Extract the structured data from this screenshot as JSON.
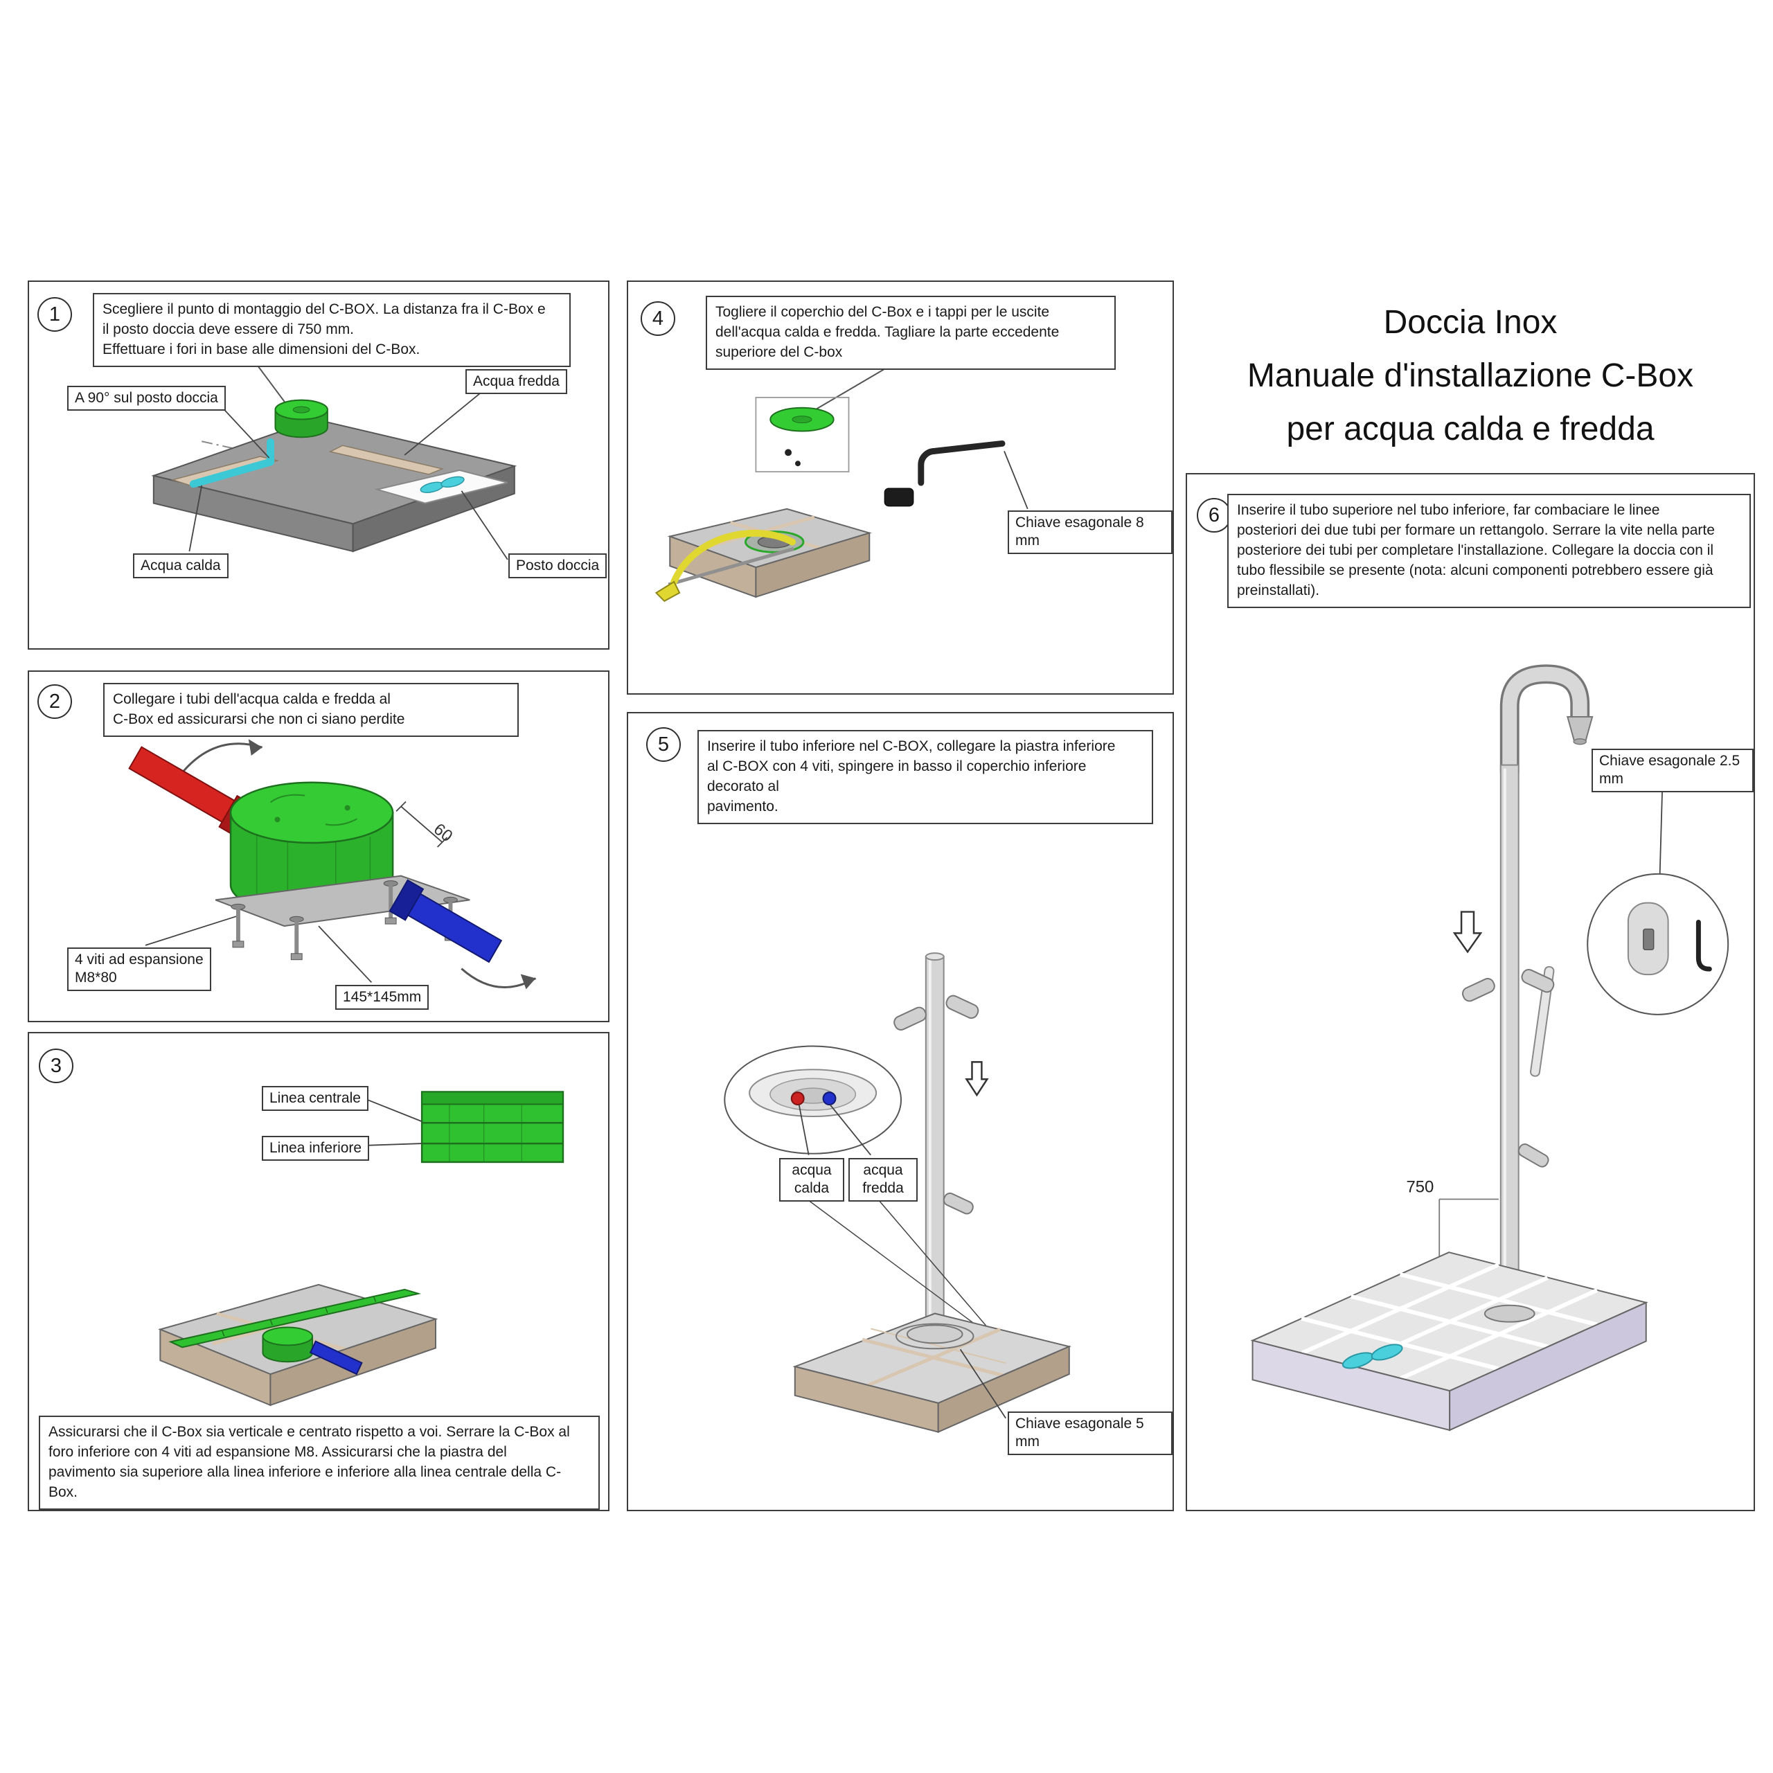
{
  "palette": {
    "cbox_green": "#2fc12f",
    "cbox_green_dark": "#1d701d",
    "hot_red": "#d62420",
    "cold_blue": "#2230cc",
    "pipe_cyan": "#3cc8d4",
    "slab_gray": "#9c9c9c",
    "tile_light": "#cbcbcb",
    "grout_tan": "#d9c6b0",
    "steel_gray": "#d5d5d5",
    "saw_yellow": "#e0d830"
  },
  "title": {
    "line1": "Doccia Inox",
    "line2": "Manuale d'installazione C-Box",
    "line3": "per acqua calda e fredda"
  },
  "step1": {
    "num": "1",
    "instruction": "Scegliere il punto di montaggio del C-BOX. La distanza fra il C-Box e\nil posto doccia deve essere di 750 mm.\nEffettuare i fori in base alle dimensioni del C-Box.",
    "label_angle": "A 90° sul posto doccia",
    "label_cold": "Acqua fredda",
    "label_hot": "Acqua calda",
    "label_shower_spot": "Posto doccia"
  },
  "step2": {
    "num": "2",
    "instruction": "Collegare i tubi dell'acqua calda e fredda al\nC-Box ed assicurarsi che non ci siano perdite",
    "label_screws": "4 viti ad espansione\nM8*80",
    "label_plate": "145*145mm",
    "dim_60": "60"
  },
  "step3": {
    "num": "3",
    "label_center_line": "Linea centrale",
    "label_lower_line": "Linea inferiore",
    "instruction": "Assicurarsi che il C-Box sia verticale e centrato rispetto a voi. Serrare la C-Box al\nforo inferiore con 4 viti ad espansione M8. Assicurarsi che la piastra del\npavimento sia superiore alla linea inferiore e inferiore alla linea centrale della C-\nBox."
  },
  "step4": {
    "num": "4",
    "instruction": "Togliere il coperchio del C-Box e i tappi per le uscite\ndell'acqua calda e fredda. Tagliare la parte eccedente\nsuperiore del C-box",
    "label_key": "Chiave esagonale 8 mm"
  },
  "step5": {
    "num": "5",
    "instruction": "Inserire il tubo inferiore nel C-BOX, collegare la piastra inferiore\nal C-BOX con 4 viti, spingere in basso il coperchio inferiore decorato al\npavimento.",
    "label_hot": "acqua\ncalda",
    "label_cold": "acqua\nfredda",
    "label_key": "Chiave esagonale 5 mm"
  },
  "step6": {
    "num": "6",
    "instruction": "Inserire il tubo superiore nel tubo inferiore, far combaciare le linee\nposteriori dei due tubi per formare un rettangolo. Serrare la vite nella parte\nposteriore dei tubi per completare l'installazione. Collegare la doccia con il\ntubo flessibile se presente (nota: alcuni componenti potrebbero essere già\npreinstallati).",
    "label_key": "Chiave esagonale 2.5 mm",
    "dim_750": "750"
  }
}
